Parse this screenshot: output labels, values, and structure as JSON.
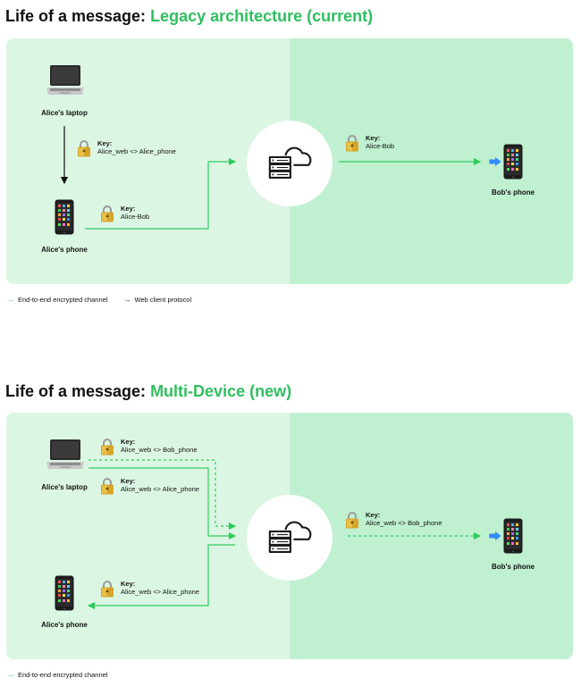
{
  "section1": {
    "title_prefix": "Life of a message: ",
    "title_highlight": "Legacy architecture (current)",
    "alice_laptop": "Alice's laptop",
    "alice_phone": "Alice's phone",
    "bob_phone": "Bob's phone",
    "keys": [
      {
        "title": "Key:",
        "value": "Alice_web <> Alice_phone"
      },
      {
        "title": "Key:",
        "value": "Alice-Bob"
      },
      {
        "title": "Key:",
        "value": "Alice-Bob"
      }
    ],
    "legend": [
      "End-to-end encrypted channel",
      "Web client protocol"
    ]
  },
  "section2": {
    "title_prefix": "Life of a message: ",
    "title_highlight": "Multi-Device (new)",
    "alice_laptop": "Alice's laptop",
    "alice_phone": "Alice's phone",
    "bob_phone": "Bob's phone",
    "keys": [
      {
        "title": "Key:",
        "value": "Alice_web <> Bob_phone"
      },
      {
        "title": "Key:",
        "value": "Alice_web <> Alice_phone"
      },
      {
        "title": "Key:",
        "value": "Alice_web <> Alice_phone"
      },
      {
        "title": "Key:",
        "value": "Alice_web <> Bob_phone"
      }
    ],
    "legend": [
      "End-to-end encrypted channel"
    ]
  },
  "colors": {
    "accent": "#2fbf5f",
    "panel_left": "#dcf6e4",
    "panel_right": "#bff0d0",
    "line_green": "#2ecc5c",
    "line_black": "#111111"
  },
  "icons": [
    "laptop-icon",
    "phone-icon",
    "lock-icon",
    "server-cloud-icon"
  ]
}
